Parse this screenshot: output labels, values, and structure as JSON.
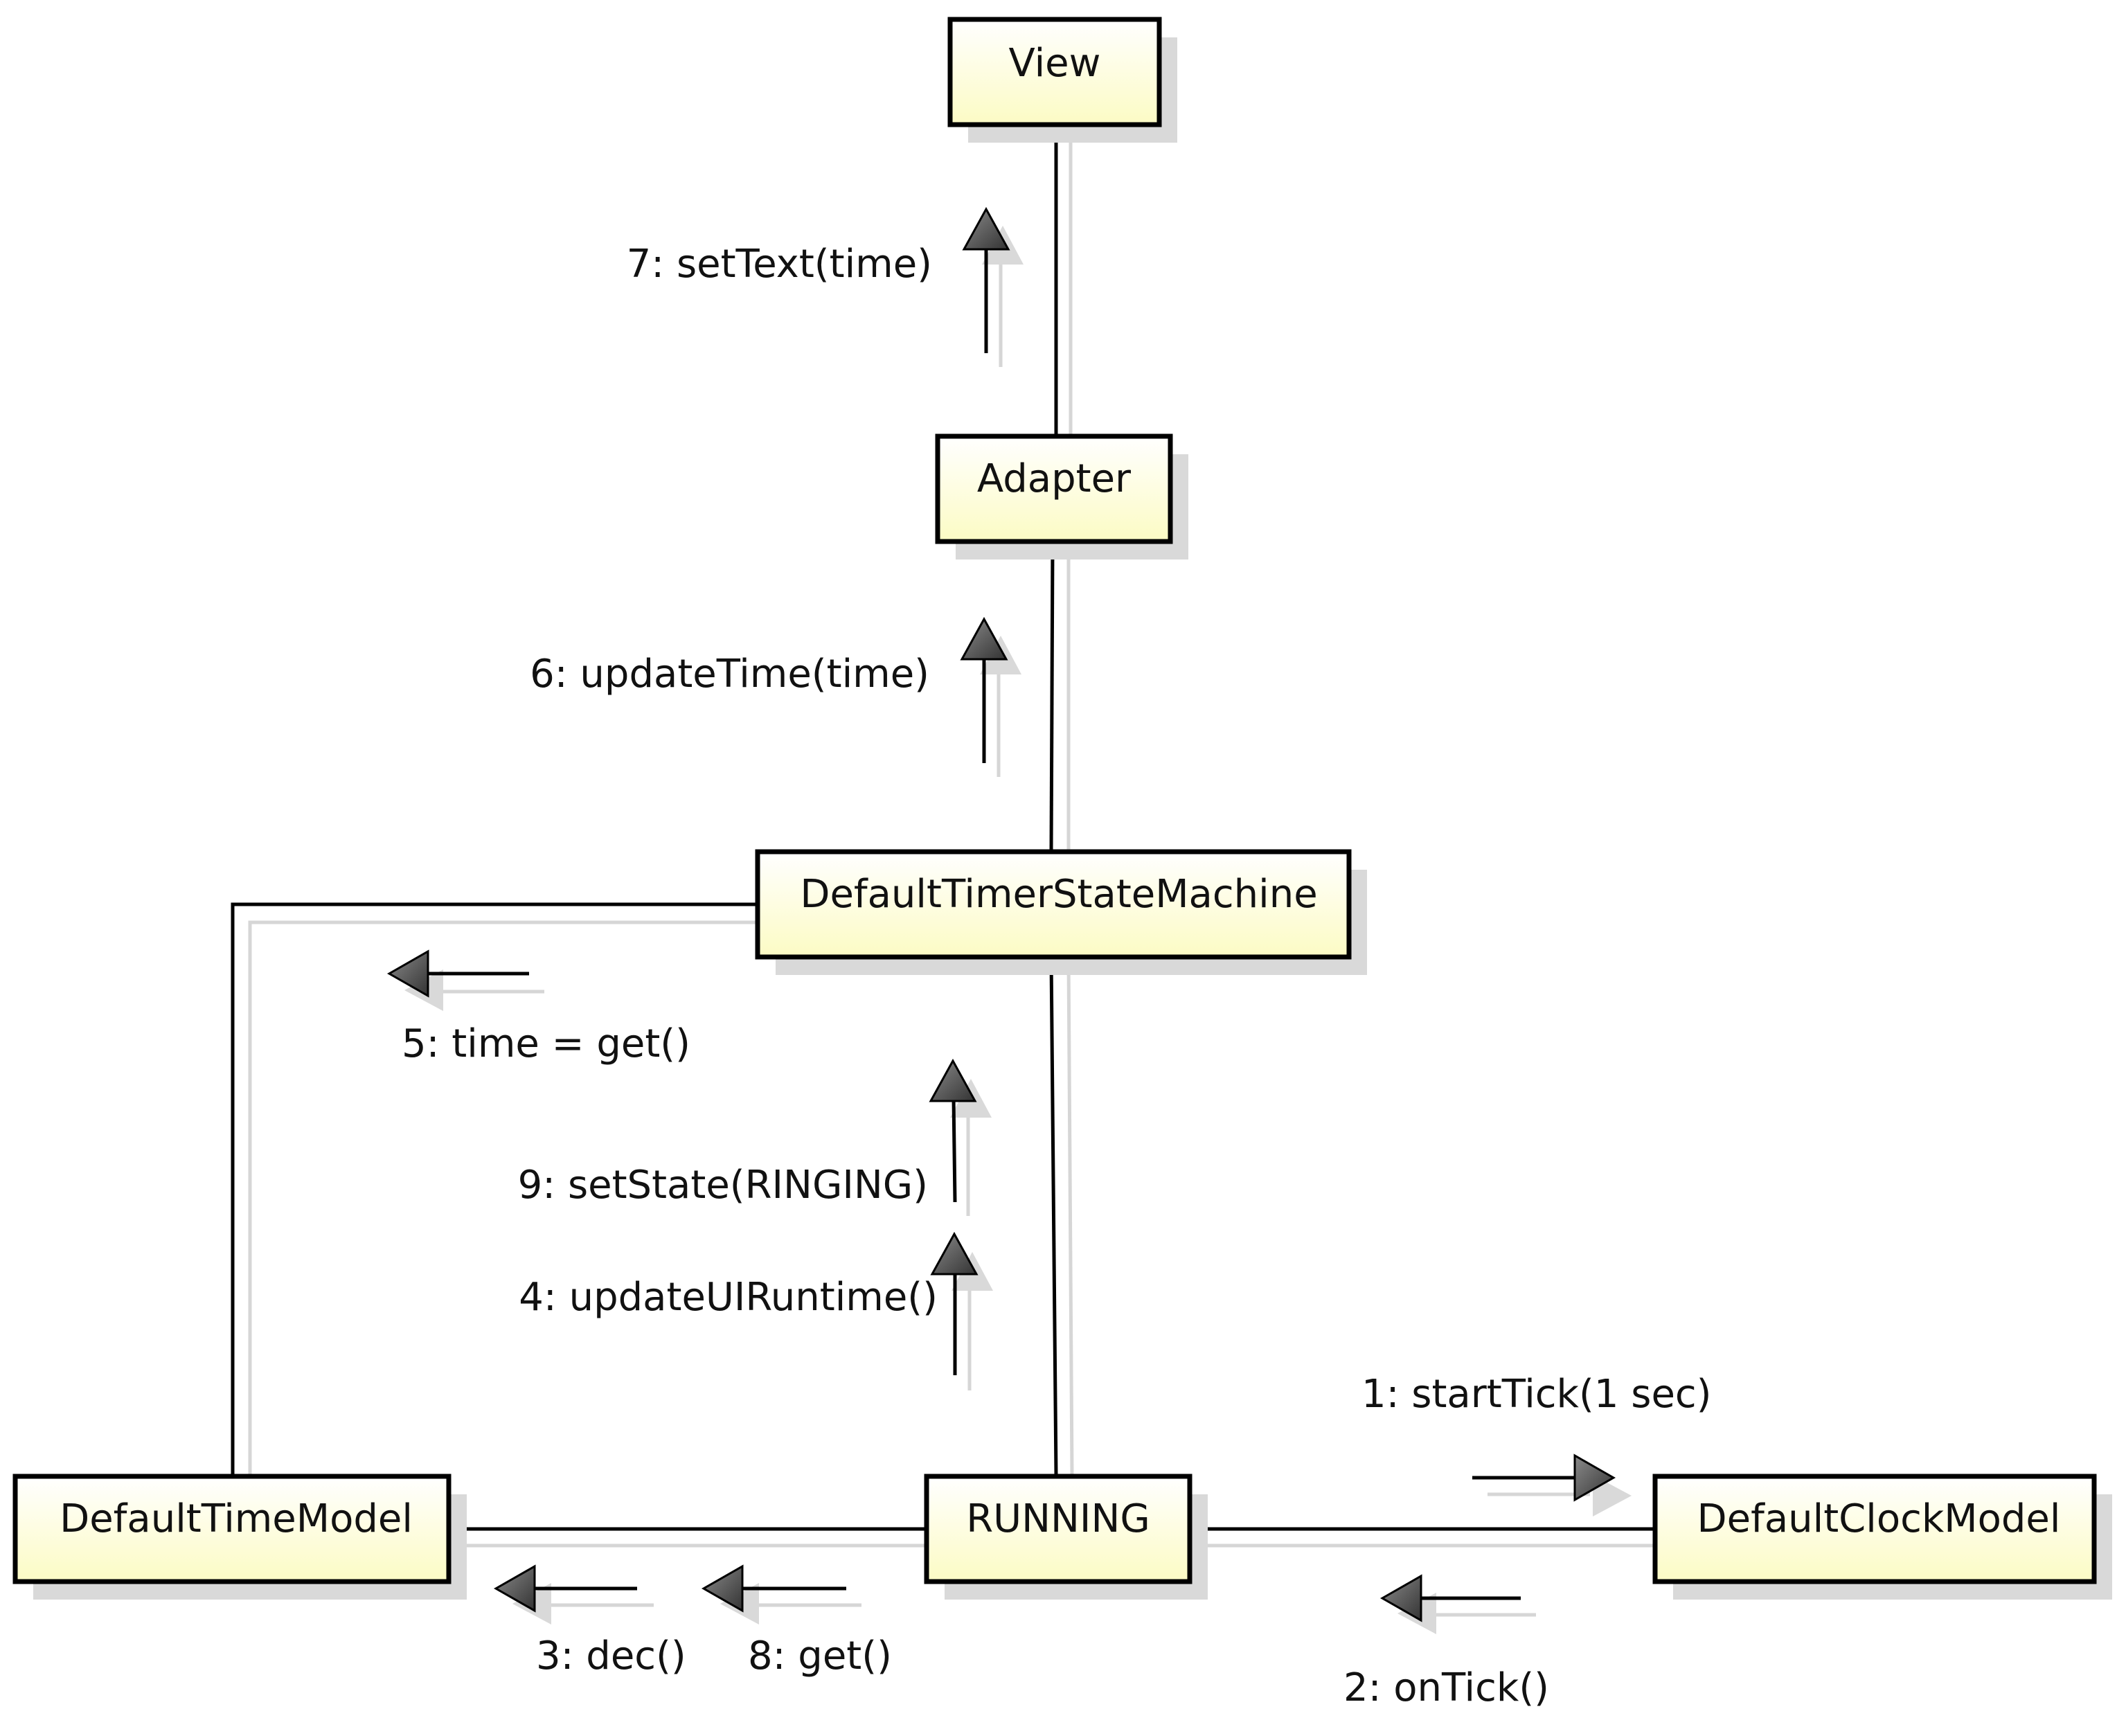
{
  "colors": {
    "node_fill_top": "#ffffff",
    "node_fill_bottom": "#fcfbc4",
    "node_border": "#000000",
    "shadow": "#d9d9d9",
    "arrow_fill": "#555555",
    "line": "#000000"
  },
  "nodes": {
    "view": "View",
    "adapter": "Adapter",
    "state_machine": "DefaultTimerStateMachine",
    "time_model": "DefaultTimeModel",
    "running": "RUNNING",
    "clock_model": "DefaultClockModel"
  },
  "messages": {
    "m1": "1: startTick(1 sec)",
    "m2": "2: onTick()",
    "m3": "3: dec()",
    "m4": "4: updateUIRuntime()",
    "m5": "5: time = get()",
    "m6": "6: updateTime(time)",
    "m7": "7: setText(time)",
    "m8": "8: get()",
    "m9": "9: setState(RINGING)"
  }
}
